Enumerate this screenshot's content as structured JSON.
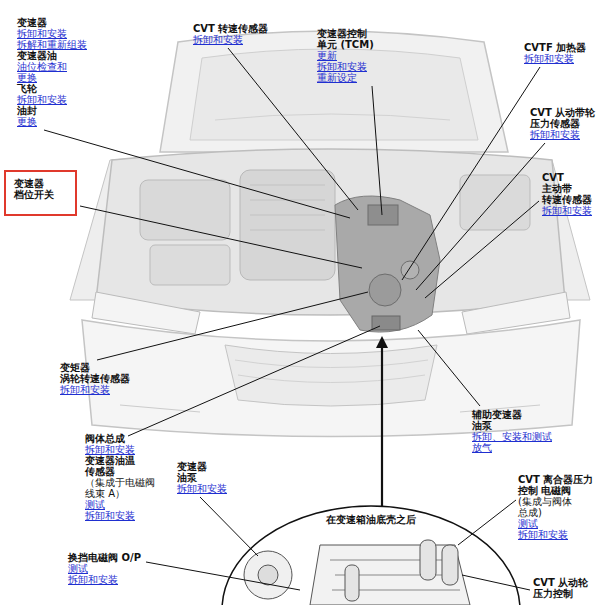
{
  "diagram": {
    "nodes": [
      {
        "text": [
          "变速器 档位开关"
        ]
      },
      {
        "text": [
          "在变速箱油底壳之后"
        ]
      }
    ],
    "labels": [
      "变速器",
      "拆卸和安装",
      "拆解和重新组装",
      "变速器油",
      "油位检查和 更换",
      "飞轮",
      "拆卸和安装",
      "油封",
      "更换",
      "CVT 转速传感器",
      "拆卸和安装",
      "变速器控制 单元 (TCM)",
      "更新",
      "拆卸和安装",
      "重新设定",
      "CVTF 加热器",
      "拆卸和安装",
      "CVT 从动带轮 压力传感器",
      "拆卸和安装",
      "CVT 主动带 转速传感器",
      "拆卸和安装",
      "变矩器 涡轮转速传感器",
      "拆卸和安装",
      "辅助变速器 油泵",
      "拆卸、安装和测试",
      "放气",
      "阀体总成",
      "拆卸和安装",
      "变速器油温 传感器",
      "（集成于电磁阀 线束 A）",
      "测试",
      "拆卸和安装",
      "变速器 油泵",
      "拆卸和安装",
      "CVT 离合器压力 控制 电磁阀",
      "(集成与阀体 总成)",
      "测试",
      "拆卸和安装",
      "换挡电磁阀 O/P",
      "测试",
      "拆卸和安装",
      "CVT 从动轮 压力控制"
    ]
  }
}
